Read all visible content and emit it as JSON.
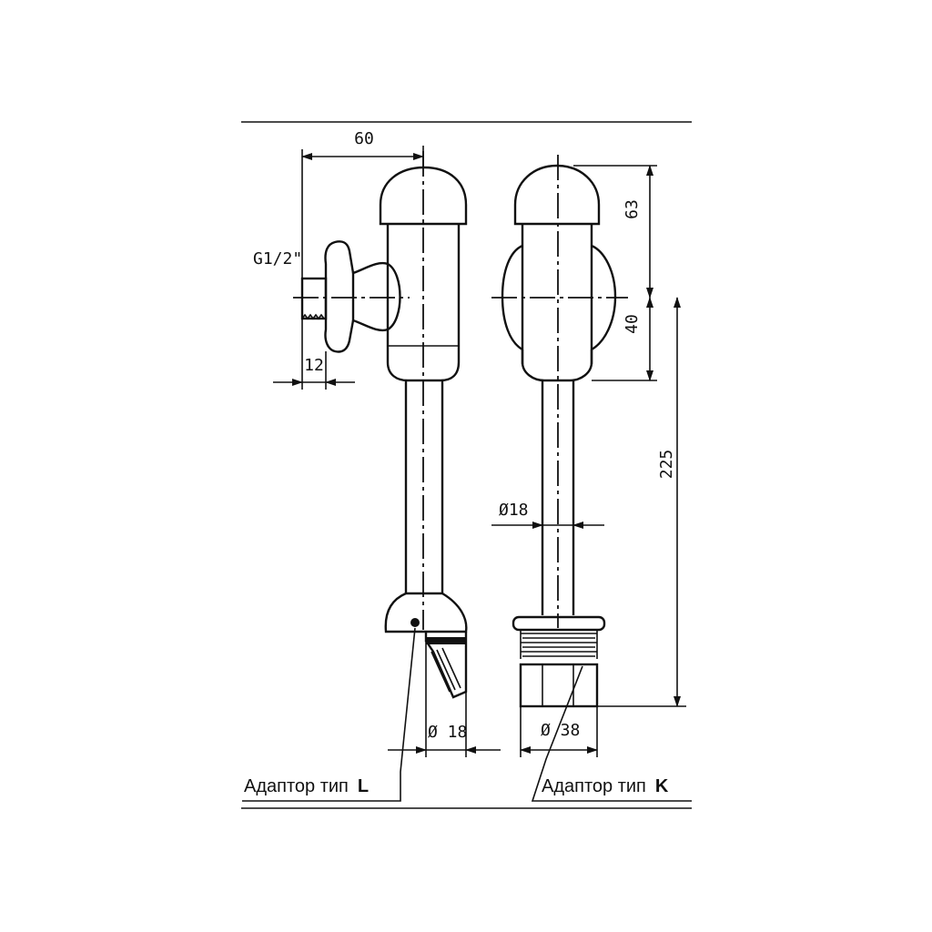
{
  "dimensions": {
    "width_60": "60",
    "thread": "G1/2\"",
    "thread_len_12": "12",
    "top_63": "63",
    "mid_40": "40",
    "length_225": "225",
    "pipe_dia": "Ø18",
    "adapter_l_dia": "Ø 18",
    "adapter_k_dia": "Ø 38"
  },
  "captions": {
    "adapter_l_text": "Адаптор тип",
    "adapter_l_letter": "L",
    "adapter_k_text": "Адаптор тип",
    "adapter_k_letter": "K"
  }
}
